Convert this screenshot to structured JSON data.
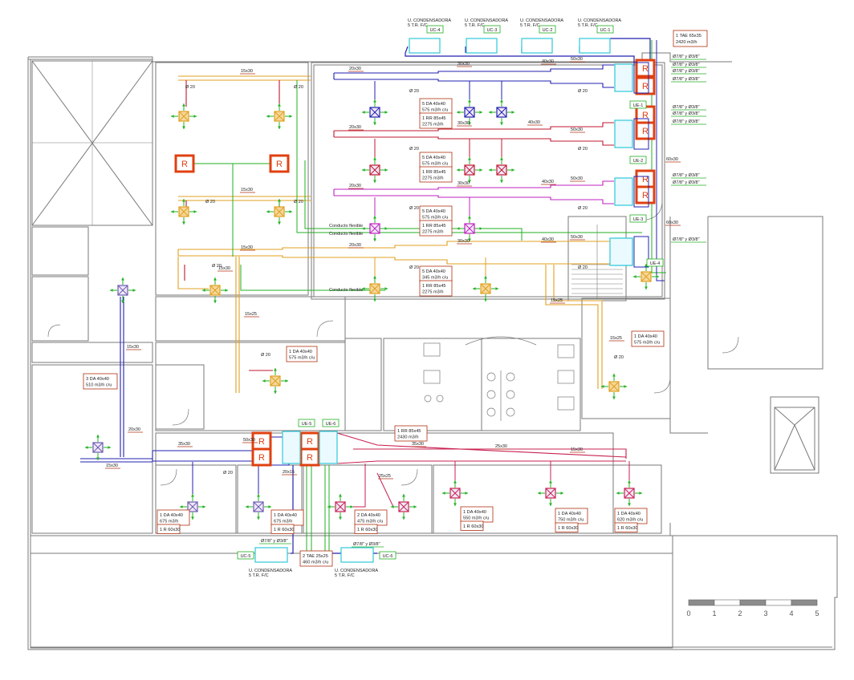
{
  "condensers_top": [
    {
      "name_l1": "U. CONDENSADORA",
      "name_l2": "5 T.R. F/C",
      "tag": "UC-4"
    },
    {
      "name_l1": "U. CONDENSADORA",
      "name_l2": "5 T.R. F/C",
      "tag": "UC-3"
    },
    {
      "name_l1": "U. CONDENSADORA",
      "name_l2": "5 T.R. F/C",
      "tag": "UC-2"
    },
    {
      "name_l1": "U. CONDENSADORA",
      "name_l2": "5 T.R. F/C",
      "tag": "UC-1"
    }
  ],
  "condensers_bottom": [
    {
      "name_l1": "U. CONDENSADORA",
      "name_l2": "5 T.R. F/C",
      "tag": "UC-5"
    },
    {
      "name_l1": "U. CONDENSADORA",
      "name_l2": "5 T.R. F/C",
      "tag": "UC-6"
    }
  ],
  "tae_top": {
    "l1": "1 TAE 65x35",
    "l2": "2420 m3/h"
  },
  "tae_bottom": {
    "l1": "2 TAE 25x25",
    "l2": "460 m3/h c/u"
  },
  "pipe_labels": [
    "Ø7/8\" y Ø3/8\"",
    "Ø7/8\" y Ø3/8\"",
    "Ø7/8\" y Ø3/8\"",
    "Ø7/8\" y Ø3/8\"",
    "Ø7/8\" y Ø3/8\"",
    "Ø7/8\" y Ø3/8\"",
    "Ø7/8\" y Ø3/8\"",
    "Ø7/8\" y Ø3/8\"",
    "Ø7/8\" y Ø3/8\"",
    "Ø7/8\" y Ø3/8\"",
    "Ø7/8\" y Ø3/8\""
  ],
  "ue_tags": [
    "UE-1",
    "UE-2",
    "UE-3",
    "UE-4",
    "UE-5",
    "UE-6"
  ],
  "rooms": [
    {
      "l1": "5 DA 40x40",
      "l2": "575 m3/h c/u",
      "l3": "1 RR 85x45",
      "l4": "2275 m3/h"
    },
    {
      "l1": "5 DA 40x40",
      "l2": "575 m3/h c/u",
      "l3": "1 RR 85x45",
      "l4": "2275 m3/h"
    },
    {
      "l1": "5 DA 40x40",
      "l2": "575 m3/h c/u",
      "l3": "1 RR 85x45",
      "l4": "2275 m3/h"
    },
    {
      "l1": "5 DA 40x40",
      "l2": "345 m3/h c/u",
      "l3": "1 RR 85x45",
      "l4": "2275 m3/h"
    }
  ],
  "notes": [
    {
      "l1": "1 DA 40x40",
      "l2": "575 m3/h c/u"
    },
    {
      "l1": "3 DA 40x40",
      "l2": "510 m3/h c/u"
    },
    {
      "l1": "1 DA 40x40",
      "l2": "575 m3/h c/u"
    },
    {
      "l1": "1 RR 85x45",
      "l2": "2430 m3/h"
    }
  ],
  "bottom_notes": [
    {
      "l1": "1 DA 40x40",
      "l2": "675 m3/h",
      "l3": "1 R 60x30"
    },
    {
      "l1": "1 DA 40x40",
      "l2": "675 m3/h",
      "l3": "1 R 60x30"
    },
    {
      "l1": "2 DA 40x40",
      "l2": "475 m3/h c/u",
      "l3": "1 R 60x30"
    },
    {
      "l1": "1 DA 40x40",
      "l2": "550 m3/h c/u",
      "l3": "1 R 60x30"
    },
    {
      "l1": "1 DA 40x40",
      "l2": "750 m3/h c/u",
      "l3": "1 R 60x30"
    },
    {
      "l1": "1 DA 40x40",
      "l2": "620 m3/h c/u",
      "l3": "1 R 60x30"
    }
  ],
  "flex_labels": [
    "Conducto flexible",
    "Conducto flexible",
    "Conducto flexible"
  ],
  "duct_sizes": [
    "15x30",
    "15x30",
    "15x30",
    "20x30",
    "20x30",
    "20x30",
    "20x30",
    "30x30",
    "30x30",
    "30x30",
    "30x30",
    "40x30",
    "40x30",
    "40x30",
    "40x30",
    "50x30",
    "50x30",
    "50x30",
    "50x30",
    "60x30",
    "60x30",
    "15x25",
    "15x25",
    "15x25",
    "15x30",
    "15x30",
    "20x30",
    "35x30",
    "50x30",
    "20x15",
    "25x25",
    "35x30",
    "25x30",
    "15x30",
    "15x30"
  ],
  "diam_label": "Ø 20",
  "r_label": "R",
  "scale": {
    "ticks": [
      "0",
      "1",
      "2",
      "3",
      "4",
      "5"
    ]
  },
  "colors": {
    "wall": "#7a7a7a",
    "blue": "#2020b0",
    "red": "#c01830",
    "magenta": "#c020c0",
    "orange": "#e0a020",
    "green": "#20b020",
    "cyan": "#30c8d8",
    "purple": "#6a5ab0",
    "crimson": "#c82050",
    "boxred": "#e04010",
    "textred": "#b03010"
  }
}
